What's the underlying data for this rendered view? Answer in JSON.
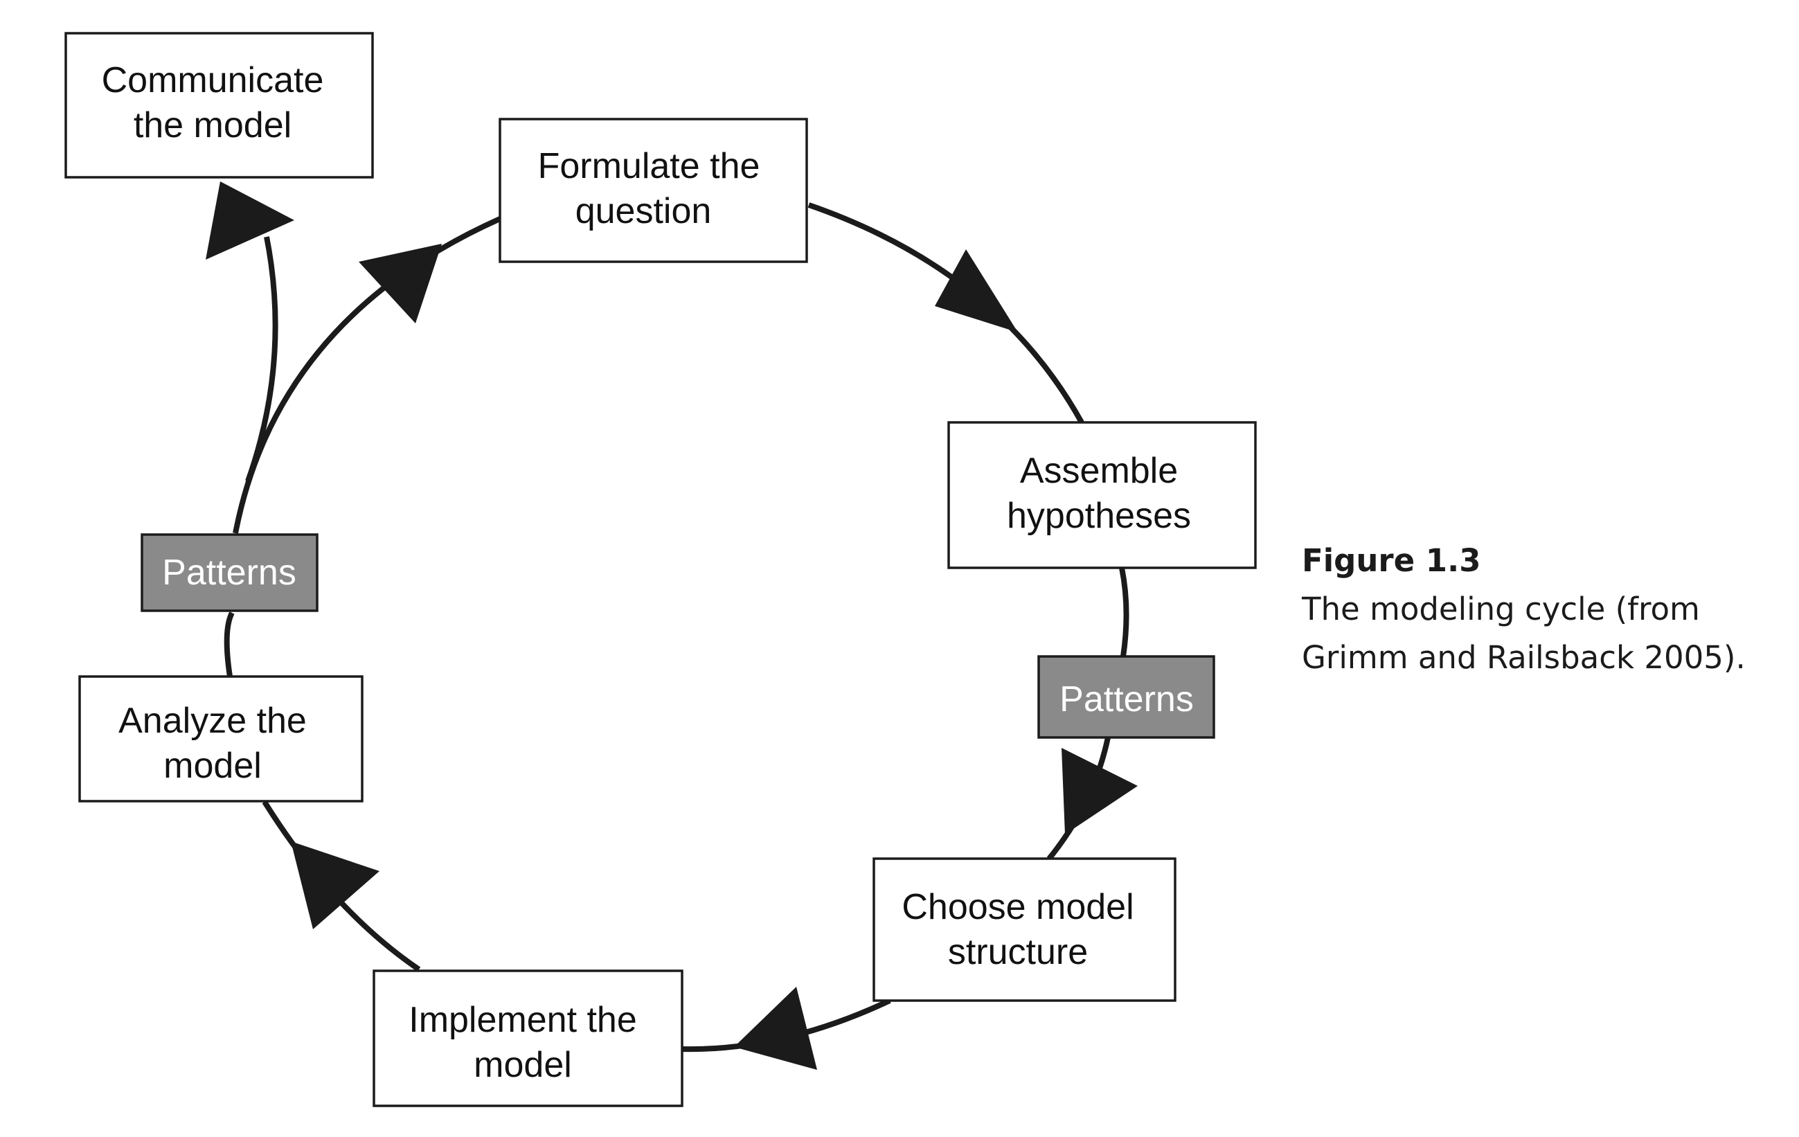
{
  "boxes": [
    {
      "id": "communicate",
      "lines": [
        "Communicate",
        "the model"
      ]
    },
    {
      "id": "formulate",
      "lines": [
        "Formulate the",
        "question"
      ]
    },
    {
      "id": "assemble",
      "lines": [
        "Assemble",
        "hypotheses"
      ]
    },
    {
      "id": "choose",
      "lines": [
        "Choose model",
        "structure"
      ]
    },
    {
      "id": "implement",
      "lines": [
        "Implement the",
        "model"
      ]
    },
    {
      "id": "analyze",
      "lines": [
        "Analyze the",
        "model"
      ]
    }
  ],
  "patterns": [
    {
      "id": "patterns-left",
      "label": "Patterns"
    },
    {
      "id": "patterns-right",
      "label": "Patterns"
    }
  ],
  "caption": {
    "figure": "Figure 1.3",
    "line1": "The modeling cycle (from",
    "line2": "Grimm and Railsback 2005)."
  },
  "colors": {
    "stroke": "#1b1b1b",
    "patterns_fill": "#8a8a8a"
  }
}
